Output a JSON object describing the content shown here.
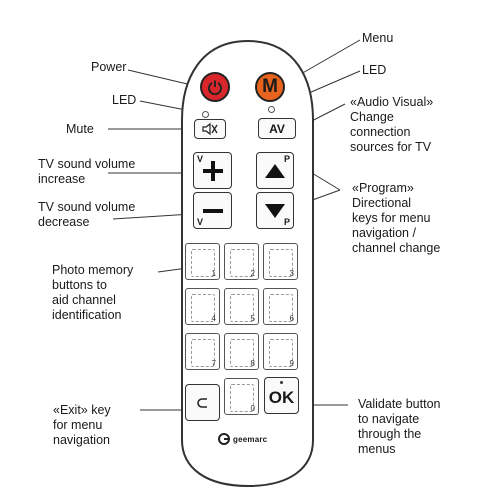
{
  "labels": {
    "power": "Power",
    "led_left": "LED",
    "mute": "Mute",
    "vol_up": [
      "TV sound volume",
      "increase"
    ],
    "vol_down": [
      "TV sound volume",
      "decrease"
    ],
    "photo": [
      "Photo memory",
      "buttons to",
      "aid channel",
      "identification"
    ],
    "exit": [
      "«Exit» key",
      "for menu",
      "navigation"
    ],
    "menu": "Menu",
    "led_right": "LED",
    "av": [
      "«Audio Visual»",
      "Change",
      "connection",
      "sources for TV"
    ],
    "program": [
      "«Program»",
      "Directional",
      "keys for menu",
      "navigation /",
      "channel change"
    ],
    "validate": [
      "Validate button",
      "to navigate",
      "through the",
      "menus"
    ]
  },
  "buttons": {
    "menu_letter": "M",
    "av_text": "AV",
    "vol_letter": "V",
    "prog_letter": "P",
    "ok_text": "OK",
    "photo_numbers": [
      "1",
      "2",
      "3",
      "4",
      "5",
      "6",
      "7",
      "8",
      "9",
      "0"
    ]
  },
  "brand": "Geemarc",
  "colors": {
    "power": "#d9262b",
    "menu": "#e8641e",
    "outline": "#333333"
  }
}
